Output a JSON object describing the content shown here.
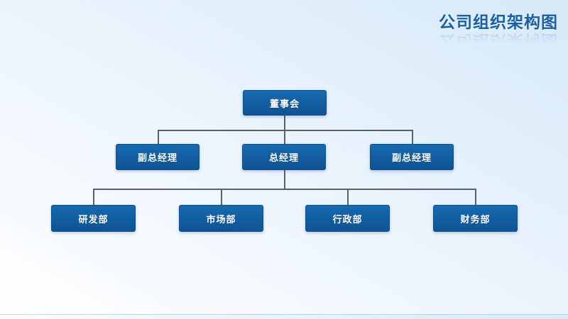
{
  "title": {
    "text": "公司组织架构图"
  },
  "org": {
    "root": {
      "label": "董事会"
    },
    "level2": [
      {
        "label": "副总经理"
      },
      {
        "label": "总经理"
      },
      {
        "label": "副总经理"
      }
    ],
    "level3": [
      {
        "label": "研发部"
      },
      {
        "label": "市场部"
      },
      {
        "label": "行政部"
      },
      {
        "label": "财务部"
      }
    ]
  },
  "colors": {
    "box_fill": "#135fa3",
    "box_fill_dark": "#0f5494",
    "box_text": "#ffffff",
    "connector": "#5a6168",
    "title_color": "#1b5fa5"
  }
}
